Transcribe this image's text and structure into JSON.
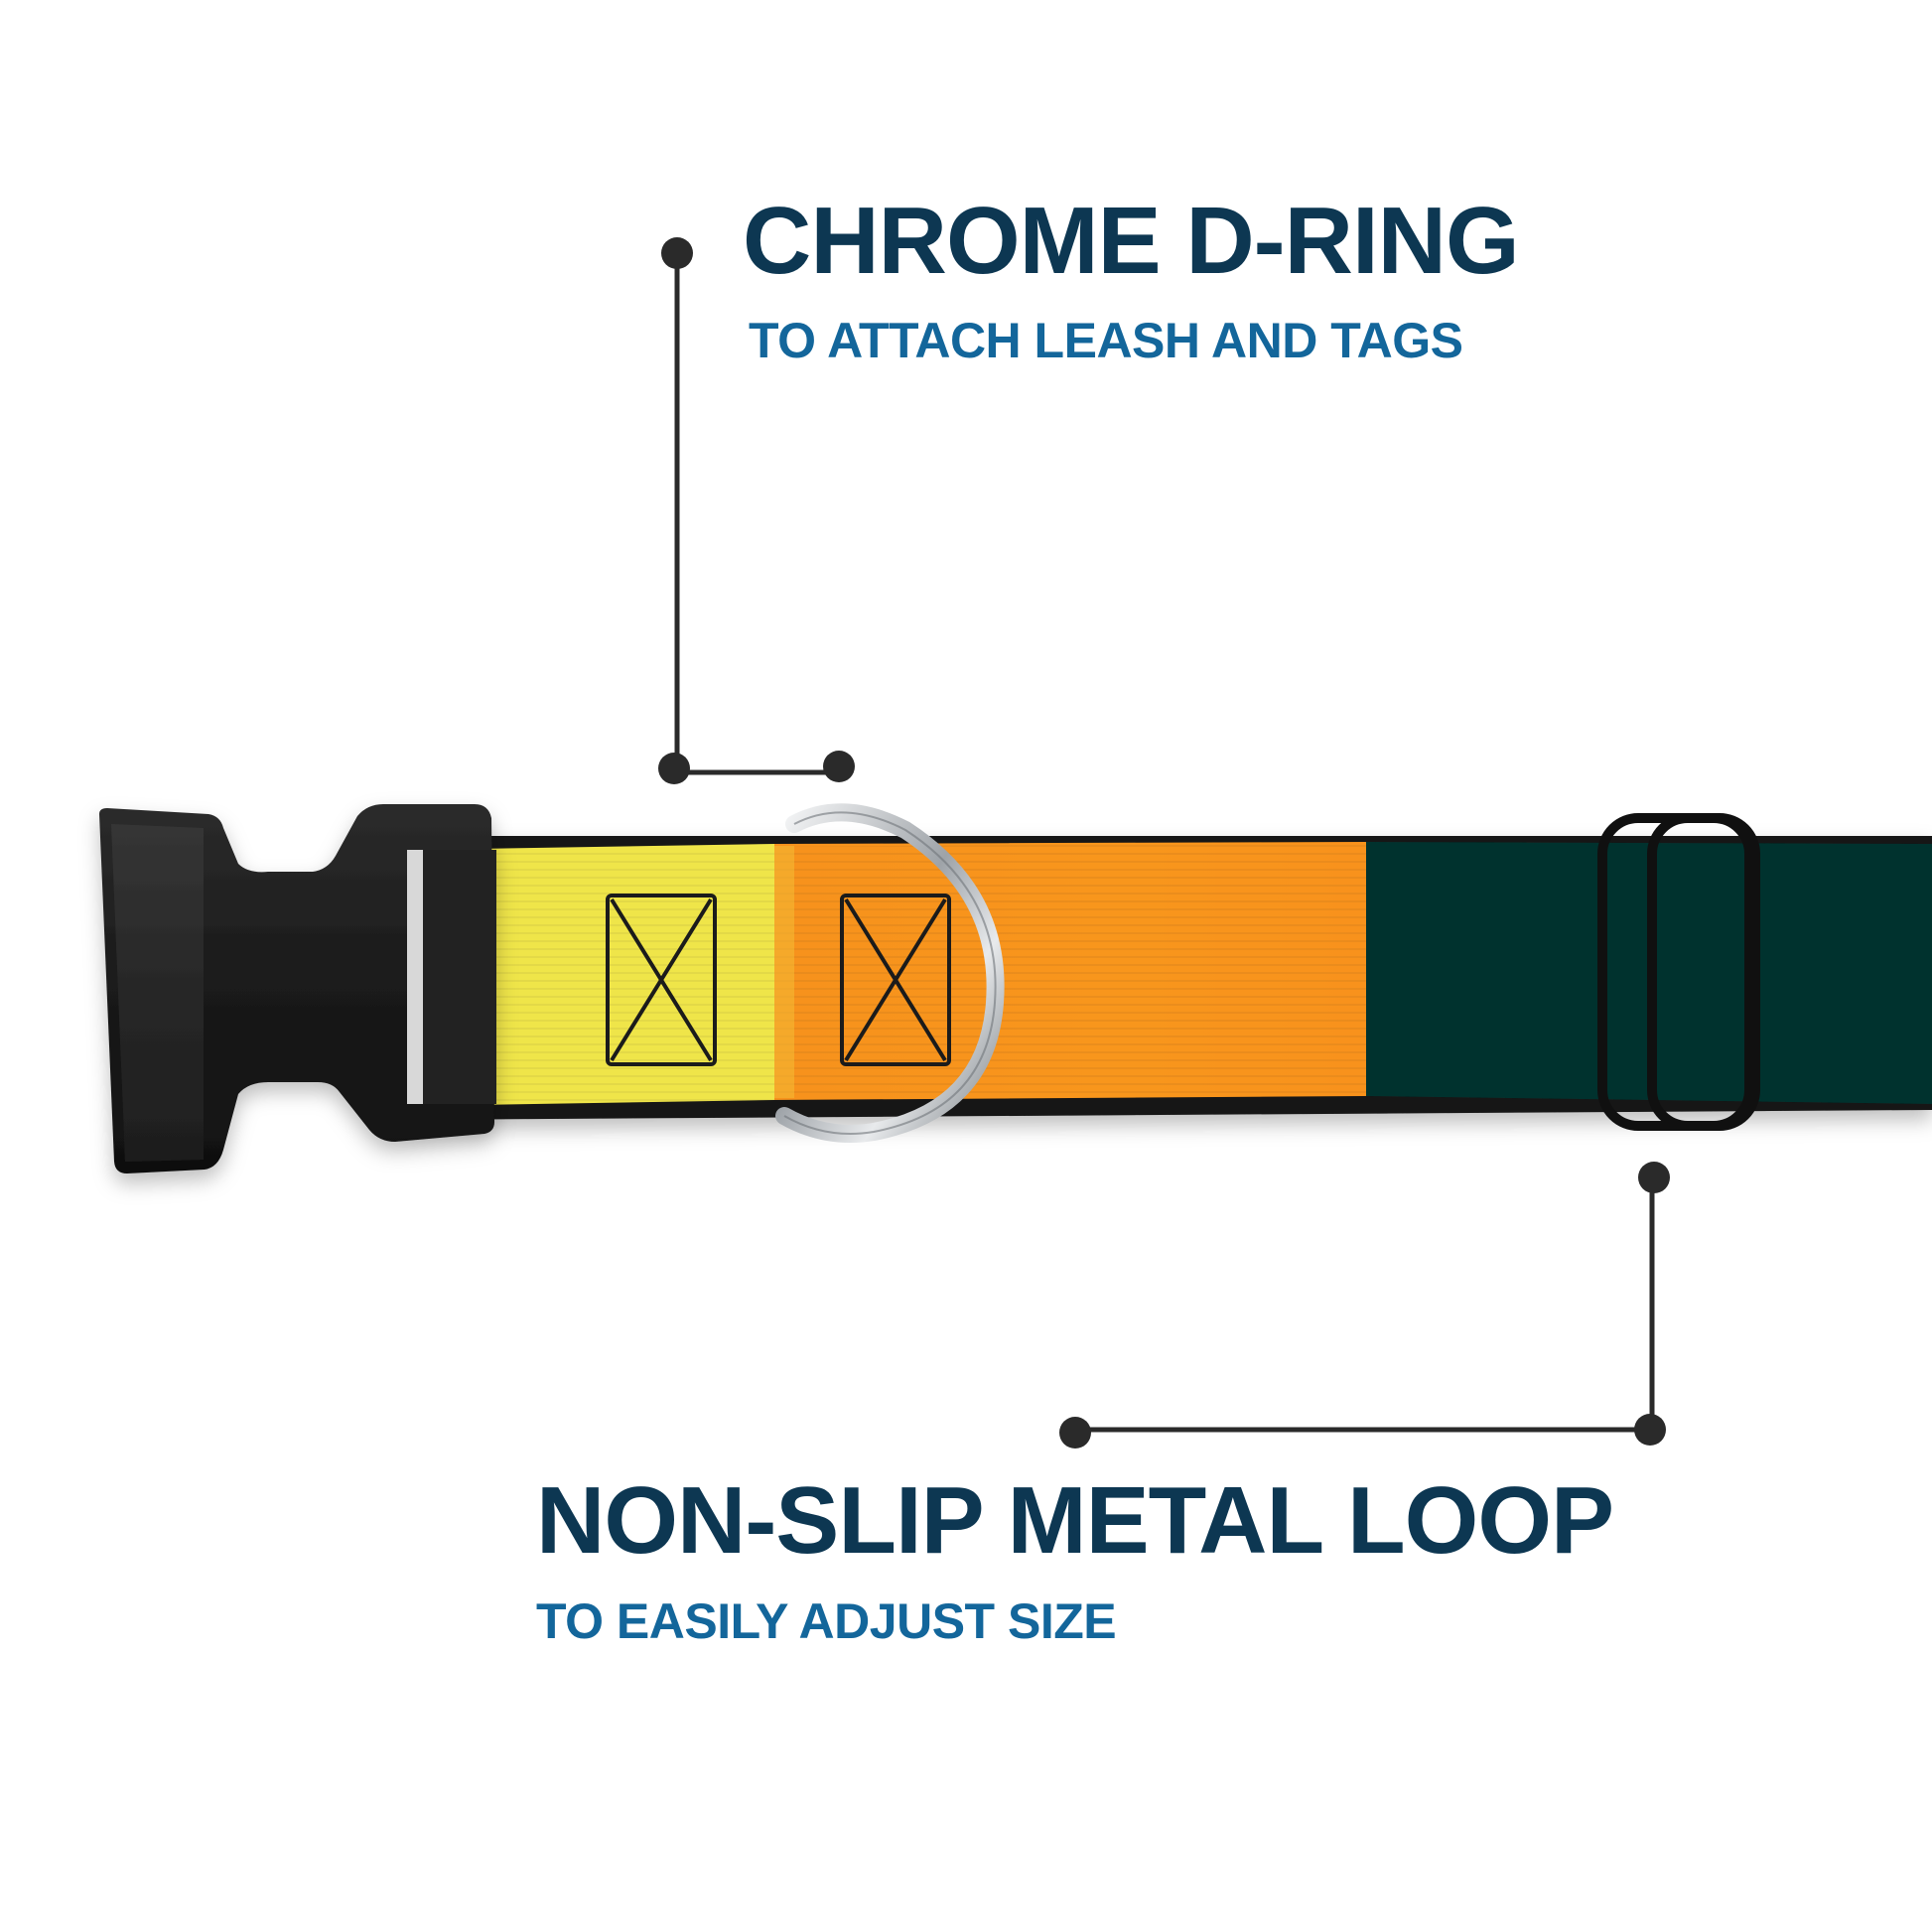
{
  "callouts": {
    "d_ring": {
      "title": "CHROME D-RING",
      "subtitle": "TO ATTACH LEASH AND TAGS"
    },
    "metal_loop": {
      "title": "NON-SLIP METAL LOOP",
      "subtitle": "TO EASILY ADJUST SIZE"
    }
  },
  "colors": {
    "title": "#0d3752",
    "subtitle": "#13669b",
    "leader_line": "#2a2a2a",
    "strap_yellow": "#efe54a",
    "strap_orange": "#f7921e",
    "strap_dark_green": "#06322f",
    "buckle": "#1c1c1c",
    "ring_chrome": "#c9ccd0"
  },
  "icons": [
    "buckle-icon",
    "d-ring-icon",
    "slide-loop-icon"
  ]
}
